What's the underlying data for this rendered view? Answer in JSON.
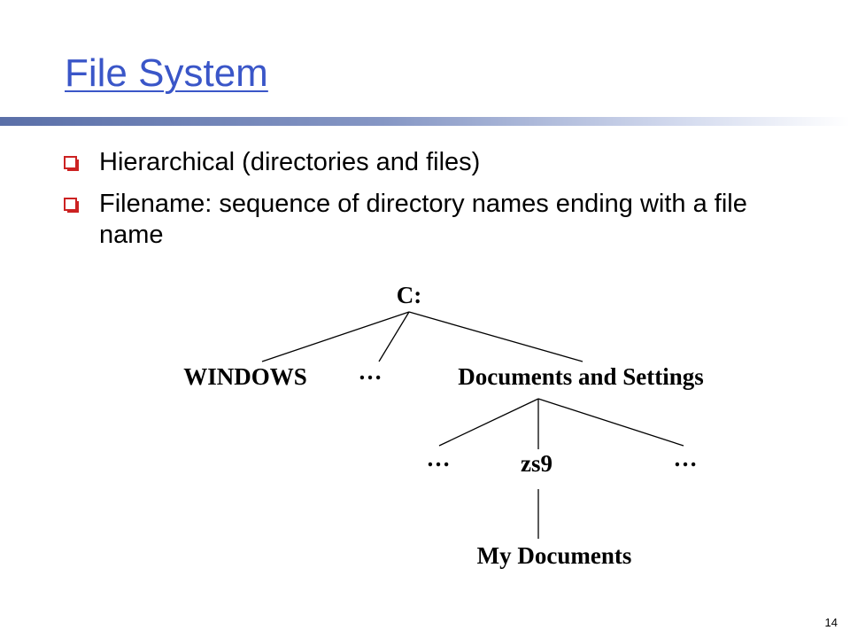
{
  "slide": {
    "title": "File System",
    "bullets": [
      "Hierarchical (directories and files)",
      "Filename: sequence of directory names ending with a file name"
    ],
    "page_number": "14"
  },
  "tree": {
    "root": "C:",
    "level1": {
      "left": "WINDOWS",
      "middle": "…",
      "right": "Documents and Settings"
    },
    "level2": {
      "left": "…",
      "middle": "zs9",
      "right": "…"
    },
    "level3": "My Documents"
  },
  "colors": {
    "title": "#3a56c8",
    "bullet_marker": "#cc2222",
    "rule": "#5a6fa8"
  }
}
